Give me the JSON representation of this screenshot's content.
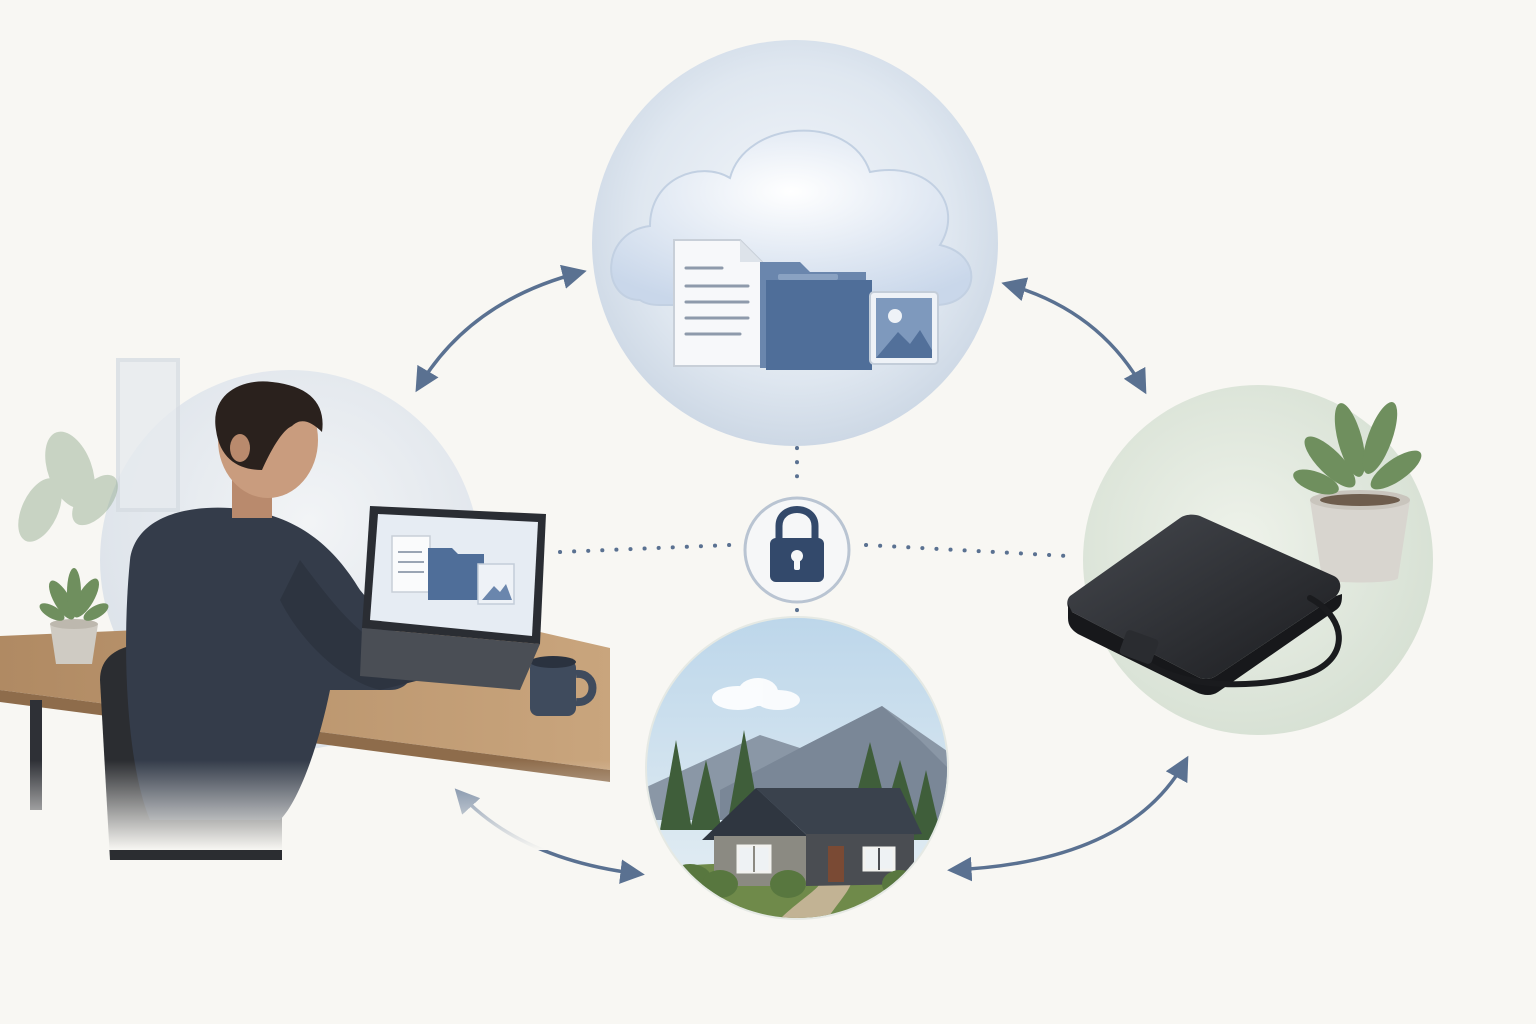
{
  "diagram": {
    "nodes": [
      {
        "id": "cloud",
        "icon": "cloud-storage-icon"
      },
      {
        "id": "workspace",
        "icon": "person-laptop-icon"
      },
      {
        "id": "external-drive",
        "icon": "external-hard-drive-icon"
      },
      {
        "id": "home",
        "icon": "house-icon"
      },
      {
        "id": "security",
        "icon": "padlock-icon"
      }
    ],
    "edges": [
      {
        "from": "cloud",
        "to": "workspace",
        "style": "solid-bidirectional"
      },
      {
        "from": "cloud",
        "to": "external-drive",
        "style": "solid-bidirectional"
      },
      {
        "from": "workspace",
        "to": "home",
        "style": "solid-bidirectional"
      },
      {
        "from": "home",
        "to": "external-drive",
        "style": "solid-bidirectional"
      },
      {
        "from": "security",
        "to": "cloud",
        "style": "dotted"
      },
      {
        "from": "security",
        "to": "home",
        "style": "dotted"
      },
      {
        "from": "security",
        "to": "workspace",
        "style": "dotted"
      },
      {
        "from": "security",
        "to": "external-drive",
        "style": "dotted"
      }
    ]
  },
  "colors": {
    "background": "#f8f7f3",
    "arrow": "#5a7191",
    "accent_blue": "#4f6e99",
    "lock": "#33496b",
    "drive": "#2a2c30",
    "plant": "#6f8f5e"
  }
}
